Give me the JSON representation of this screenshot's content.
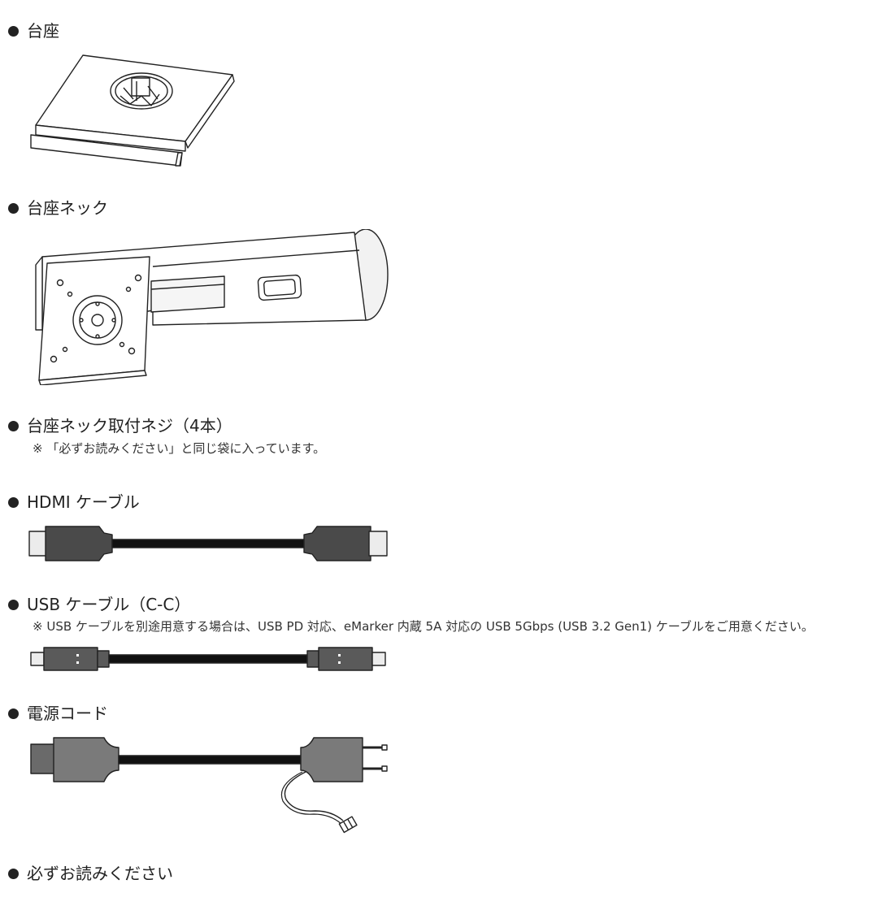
{
  "items": [
    {
      "title": "台座"
    },
    {
      "title": "台座ネック"
    },
    {
      "title": "台座ネック取付ネジ（4本）",
      "note": "※ 「必ずお読みください」と同じ袋に入っています。"
    },
    {
      "title": "HDMI ケーブル"
    },
    {
      "title": "USB ケーブル（C-C）",
      "note": "※ USB ケーブルを別途用意する場合は、USB PD 対応、eMarker 内蔵 5A 対応の USB 5Gbps (USB 3.2 Gen1) ケーブルをご用意ください。"
    },
    {
      "title": "電源コード"
    },
    {
      "title": "必ずお読みください"
    }
  ]
}
